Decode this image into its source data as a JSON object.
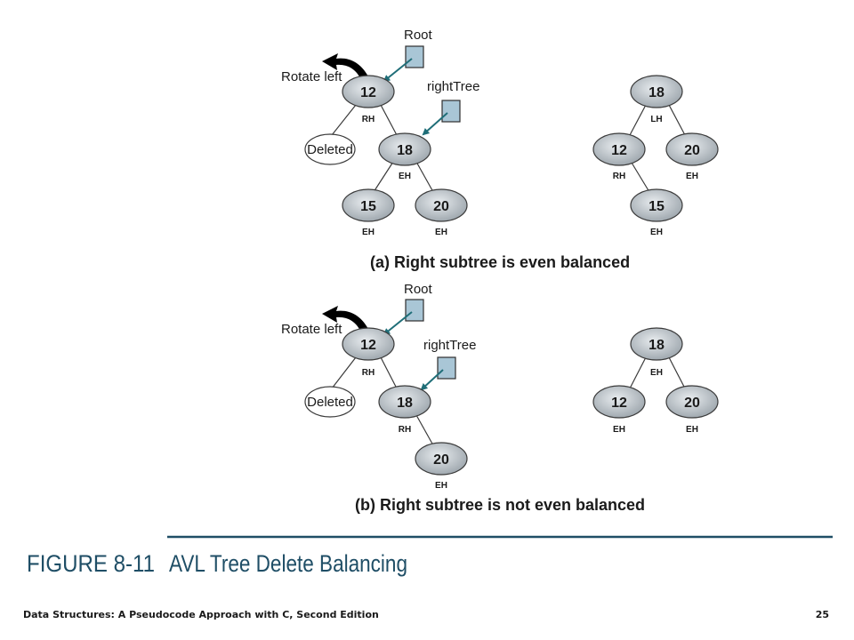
{
  "labels": {
    "root": "Root",
    "right_tree": "rightTree",
    "rotate_left": "Rotate left",
    "deleted": "Deleted"
  },
  "part_a": {
    "caption": "(a) Right subtree is even balanced",
    "before": {
      "nodes": [
        {
          "key": "12",
          "bal": "RH"
        },
        {
          "key": "18",
          "bal": "EH"
        },
        {
          "key": "15",
          "bal": "EH"
        },
        {
          "key": "20",
          "bal": "EH"
        }
      ]
    },
    "after": {
      "nodes": [
        {
          "key": "18",
          "bal": "LH"
        },
        {
          "key": "12",
          "bal": "RH"
        },
        {
          "key": "20",
          "bal": "EH"
        },
        {
          "key": "15",
          "bal": "EH"
        }
      ]
    }
  },
  "part_b": {
    "caption": "(b) Right subtree is not even balanced",
    "before": {
      "nodes": [
        {
          "key": "12",
          "bal": "RH"
        },
        {
          "key": "18",
          "bal": "RH"
        },
        {
          "key": "20",
          "bal": "EH"
        }
      ]
    },
    "after": {
      "nodes": [
        {
          "key": "18",
          "bal": "EH"
        },
        {
          "key": "12",
          "bal": "EH"
        },
        {
          "key": "20",
          "bal": "EH"
        }
      ]
    }
  },
  "figure": {
    "number": "FIGURE 8-11",
    "title": "AVL Tree Delete Balancing"
  },
  "footer": {
    "book": "Data Structures: A Pseudocode Approach with C, Second Edition",
    "page": "25"
  },
  "colors": {
    "node_fill": "#c4cbd0",
    "pointer_box": "#a9c6d6",
    "pointer_arrow": "#1f6e78",
    "figure_accent": "#1f4e66"
  }
}
